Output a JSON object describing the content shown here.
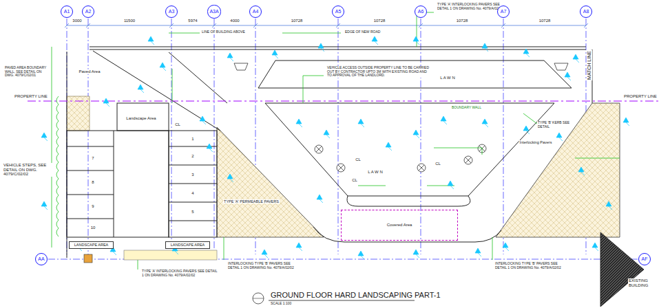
{
  "diagram": {
    "title": "GROUND FLOOR HARD LANDSCAPING PART-1",
    "caption": "SCALE 1:100",
    "nodes": [
      {
        "text": [
          "A1"
        ]
      },
      {
        "text": [
          "A2"
        ]
      },
      {
        "text": [
          "A3"
        ]
      },
      {
        "text": [
          "A3A"
        ]
      },
      {
        "text": [
          "A4"
        ]
      },
      {
        "text": [
          "A5"
        ]
      },
      {
        "text": [
          "A6"
        ]
      },
      {
        "text": [
          "A7"
        ]
      },
      {
        "text": [
          "A8"
        ]
      },
      {
        "text": [
          "Covered Area"
        ]
      },
      {
        "text": [
          "LANDSCAPE AREA"
        ]
      },
      {
        "text": [
          "LANDSCAPE AREA"
        ]
      },
      {
        "text": [
          "AA"
        ]
      },
      {
        "text": [
          "AF"
        ]
      }
    ],
    "labels": [
      "3000",
      "11500",
      "5974",
      "4000",
      "10728",
      "10728",
      "10728",
      "10728",
      "TYPE 'A' INTERLOCKING PAVERS SEE DETAIL 1 ON DRAWING No. 4079/A/02/02",
      "LINE OF BUILDING ABOVE",
      "EDGE OF NEW ROAD",
      "PAVED AREA BOUNDARY WALL, SEE DETAIL ON DWG. 4079/C/02/01",
      "PROPERTY LINE",
      "Paved Area",
      "Landscape Area",
      "CL",
      "VEHICLE ACCESS OUTSIDE PROPERTY LINE TO BE CARRIED OUT BY CONTRACTOR UPTO 3M WITH EXISTING ROAD AND TO APPROVAL OF THE LANDLORD.",
      "L A W N",
      "MATCH LINE",
      "PROPERTY LINE",
      "BOUNDARY WALL",
      "TYPE 'B' KERB SEE DETAIL",
      "Interlocking Pavers",
      "L A W N",
      "CL",
      "CL",
      "CL",
      "TYPE 'A' PERMEABLE PAVERS",
      "7",
      "8",
      "9",
      "10",
      "1",
      "2",
      "3",
      "4",
      "5",
      "VEHICLE STEPS, SEE DETAIL ON DWG. 4079/C/02/02",
      "TYPE 'A' INTERLOCKING PAVERS SEE DETAIL 1 ON DRAWING No. 4079/A/02/02",
      "INTERLOCKING TYPE 'B' PAVERS SEE DETAIL 1 ON DRAWING No. 4079/A/02/02",
      "INTERLOCKING TYPE 'B' PAVERS SEE DETAIL 1 ON DRAWING No. 4079/A/02/02",
      "EXISTING BUILDING"
    ]
  }
}
